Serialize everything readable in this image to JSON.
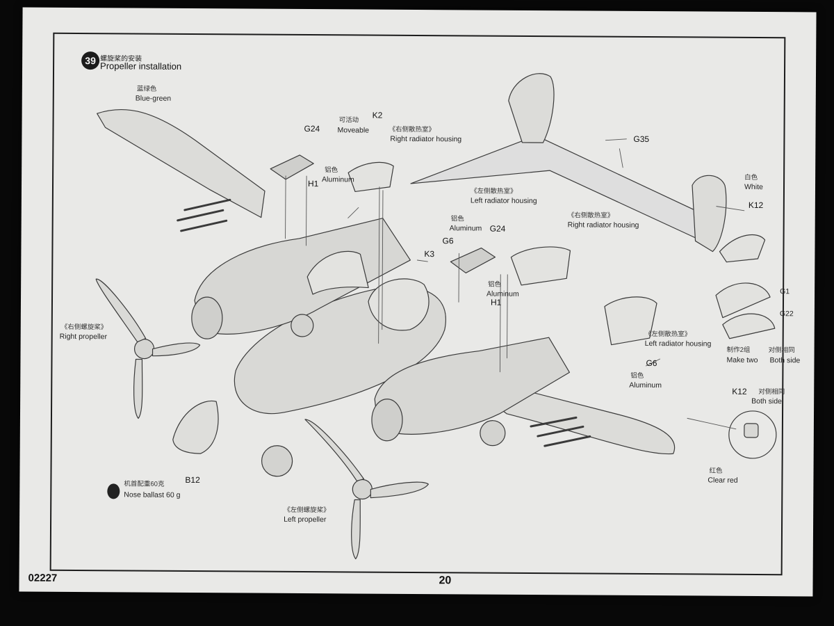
{
  "step": {
    "number": "39",
    "title_cn": "螺旋桨的安装",
    "title_en": "Propeller installation"
  },
  "callouts": {
    "blue_green_cn": "蓝绿色",
    "blue_green_en": "Blue-green",
    "g24_top": "G24",
    "moveable_cn": "可活动",
    "moveable_en": "Moveable",
    "k2": "K2",
    "right_radiator_top_cn": "《右侧散热室》",
    "right_radiator_top_en": "Right radiator housing",
    "aluminum_top_cn": "铝色",
    "aluminum_top_en": "Aluminum",
    "h1_top": "H1",
    "left_radiator_top_cn": "《左侧散热室》",
    "left_radiator_top_en": "Left radiator housing",
    "g35": "G35",
    "white_cn": "白色",
    "white_en": "White",
    "k12_top": "K12",
    "right_radiator_mid_cn": "《右侧散热室》",
    "right_radiator_mid_en": "Right radiator housing",
    "aluminum_mid_cn": "铝色",
    "aluminum_mid_en": "Aluminum",
    "g6_mid": "G6",
    "g24_mid": "G24",
    "k3": "K3",
    "aluminum_h1_cn": "铝色",
    "aluminum_h1_en": "Aluminum",
    "h1_mid": "H1",
    "g1": "G1",
    "g22": "G22",
    "right_propeller_cn": "《右侧螺旋桨》",
    "right_propeller_en": "Right propeller",
    "left_radiator_bottom_cn": "《左侧散热室》",
    "left_radiator_bottom_en": "Left radiator housing",
    "make_two_cn": "制作2组",
    "make_two_en": "Make two",
    "both_side_top_cn": "对侧相同",
    "both_side_top_en": "Both side",
    "g6_bottom": "G6",
    "aluminum_bottom_cn": "铝色",
    "aluminum_bottom_en": "Aluminum",
    "k12_bottom": "K12",
    "both_side_bottom_cn": "对侧相同",
    "both_side_bottom_en": "Both side",
    "b12": "B12",
    "nose_ballast_cn": "机首配重60克",
    "nose_ballast_en": "Nose ballast 60 g",
    "clear_red_cn": "红色",
    "clear_red_en": "Clear red",
    "left_propeller_cn": "《左侧螺旋桨》",
    "left_propeller_en": "Left propeller"
  },
  "footer": {
    "code": "02227",
    "page": "20"
  }
}
